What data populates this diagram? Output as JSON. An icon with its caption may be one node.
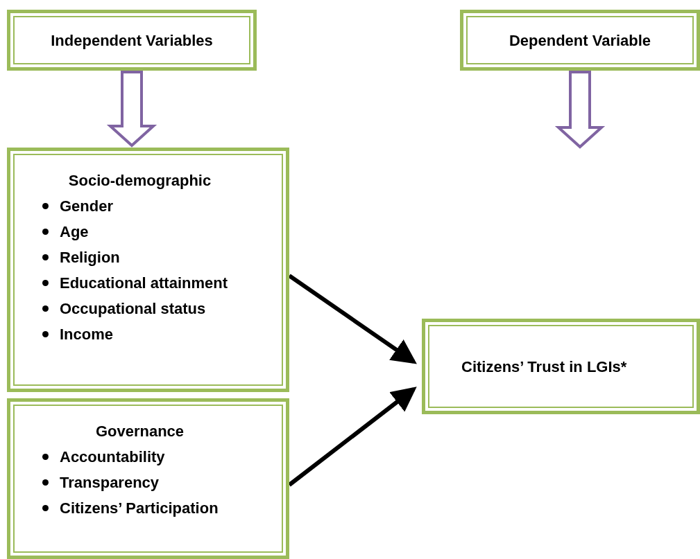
{
  "diagram": {
    "nodes": [
      {
        "text": [
          "Independent Variables"
        ]
      },
      {
        "text": [
          "Dependent Variable"
        ]
      },
      {
        "text": [
          "Socio-demographic",
          "Gender",
          "Age",
          "Religion",
          "Educational attainment",
          "Occupational status",
          "Income"
        ]
      },
      {
        "text": [
          "Governance",
          "Accountability",
          "Transparency",
          "Citizens’ Participation"
        ]
      },
      {
        "text": [
          "Citizens’ Trust in LGIs*"
        ]
      }
    ],
    "edges": [
      {
        "from": 0,
        "to": 2,
        "arrow": "to",
        "style": "thick",
        "color": "#8064a2"
      },
      {
        "from": 1,
        "to": null,
        "arrow": "to",
        "style": "thick",
        "color": "#8064a2"
      },
      {
        "from": 2,
        "to": 4,
        "arrow": "to"
      },
      {
        "from": 3,
        "to": 4,
        "arrow": "to"
      }
    ]
  }
}
